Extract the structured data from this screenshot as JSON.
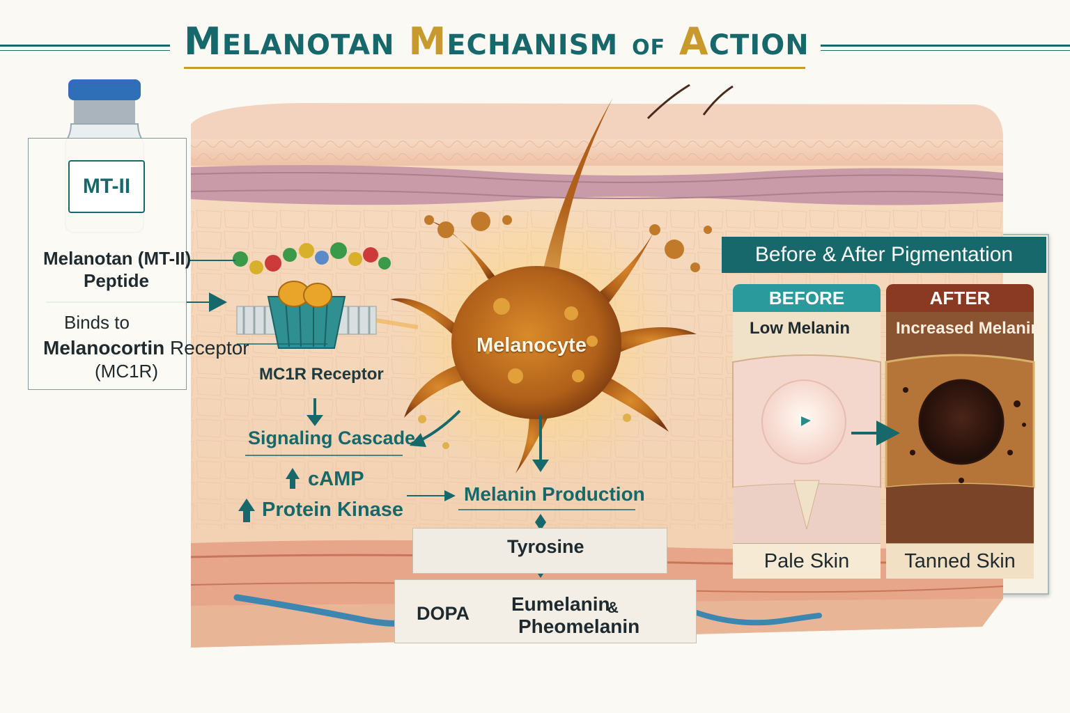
{
  "title": {
    "word1_cap": "M",
    "word1_rest": "ELANOTAN",
    "word2_cap": "M",
    "word2_rest": "ECHANISM",
    "word3": "OF",
    "word4_cap": "A",
    "word4_rest": "CTION"
  },
  "vial": {
    "label": "MT-II"
  },
  "left": {
    "peptide_line1": "Melanotan (MT-II)",
    "peptide_line2": "Peptide",
    "binds_to": "Binds to",
    "receptor_bold": "Melanocortin",
    "receptor_rest": " Receptor",
    "receptor_abbr": "(MC1R)"
  },
  "receptor_label": "MC1R Receptor",
  "melanocyte_label": "Melanocyte",
  "cascade": {
    "title": "Signaling Cascade",
    "camp": "cAMP",
    "kinase": "Protein Kinase"
  },
  "production": {
    "title": "Melanin Production",
    "tyrosine": "Tyrosine",
    "dopa": "DOPA",
    "product_line1": "Eumelanin",
    "amp": "&",
    "product_line2": "Pheomelanin"
  },
  "before_after": {
    "header": "Before & After Pigmentation",
    "before_label": "BEFORE",
    "after_label": "AFTER",
    "before_sub": "Low Melanin",
    "after_sub": "Increased Melanin",
    "before_caption": "Pale Skin",
    "after_caption": "Tanned Skin"
  },
  "colors": {
    "teal": "#17686a",
    "gold": "#c89a2e",
    "before_teal": "#2a9a9c",
    "after_brown": "#8a3a22"
  }
}
